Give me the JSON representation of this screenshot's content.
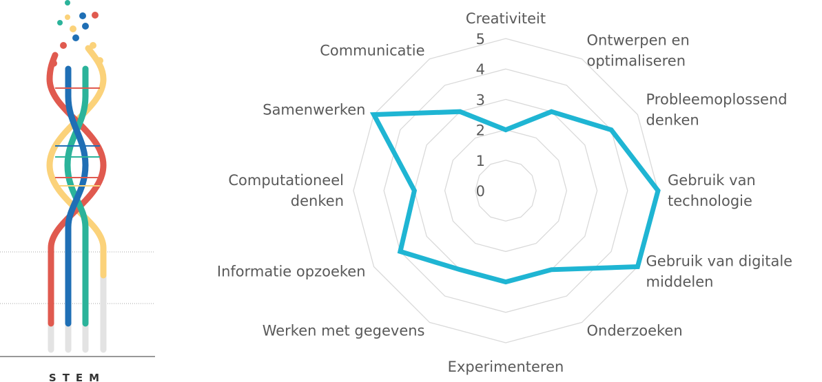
{
  "logo": {
    "text": "STEM",
    "colors": {
      "red": "#e05a4f",
      "blue": "#1f6fb5",
      "green": "#2bb39a",
      "yellow": "#fbd27a",
      "grey": "#e3e3e3"
    }
  },
  "chart_data": {
    "type": "radar",
    "categories": [
      "Creativiteit",
      "Ontwerpen en optimaliseren",
      "Probleemoplossend denken",
      "Gebruik van technologie",
      "Gebruik van digitale middelen",
      "Onderzoeken",
      "Experimenteren",
      "Werken met gegevens",
      "Informatie opzoeken",
      "Computationeel denken",
      "Samenwerken",
      "Communicatie"
    ],
    "label_lines": [
      [
        "Creativiteit"
      ],
      [
        "Ontwerpen en",
        "optimaliseren"
      ],
      [
        "Probleemoplossend",
        "denken"
      ],
      [
        "Gebruik van",
        "technologie"
      ],
      [
        "Gebruik van digitale",
        "middelen"
      ],
      [
        "Onderzoeken"
      ],
      [
        "Experimenteren"
      ],
      [
        "Werken met gegevens"
      ],
      [
        "Informatie opzoeken"
      ],
      [
        "Computationeel",
        "denken"
      ],
      [
        "Samenwerken"
      ],
      [
        "Communicatie"
      ]
    ],
    "values": [
      2,
      3,
      4,
      5,
      5,
      3,
      3,
      3,
      4,
      3,
      5,
      3
    ],
    "rlim": [
      0,
      5
    ],
    "ticks": [
      0,
      1,
      2,
      3,
      4,
      5
    ],
    "grid": true,
    "line_color": "#1fb5d3",
    "grid_color": "#d9d9d9"
  }
}
